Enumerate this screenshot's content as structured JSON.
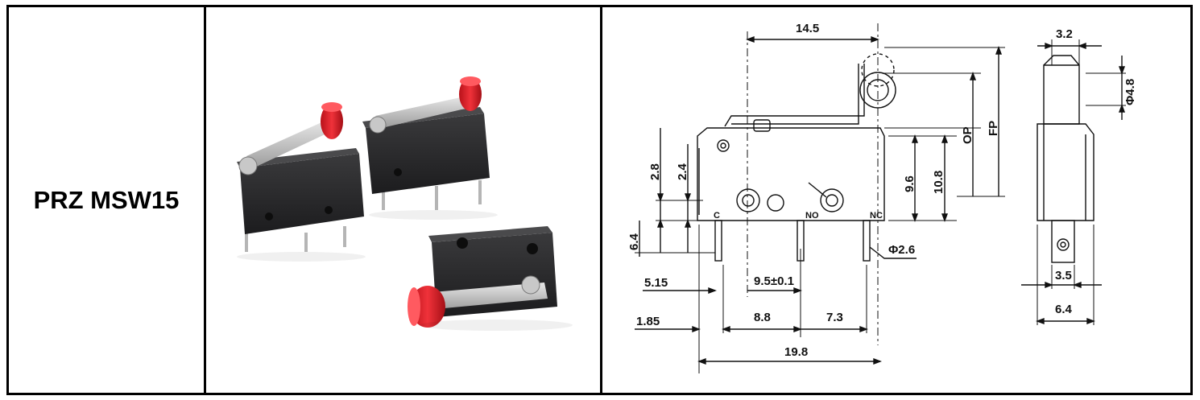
{
  "model": "PRZ MSW15",
  "drawing": {
    "front": {
      "top_width": "14.5",
      "dim_2_8": "2.8",
      "dim_2_4": "2.4",
      "dim_6_4": "6.4",
      "dim_9_6": "9.6",
      "dim_10_8": "10.8",
      "op": "OP",
      "fp": "FP",
      "phi_2_6": "Φ2.6",
      "dim_5_15": "5.15",
      "pitch": "9.5±0.1",
      "dim_1_85": "1.85",
      "dim_8_8": "8.8",
      "dim_7_3": "7.3",
      "overall": "19.8",
      "pin_c": "C",
      "pin_no": "NO",
      "pin_nc": "NC"
    },
    "side": {
      "top_width": "3.2",
      "roller_dia": "Φ4.8",
      "terminal_width": "3.5",
      "body_width": "6.4"
    }
  }
}
